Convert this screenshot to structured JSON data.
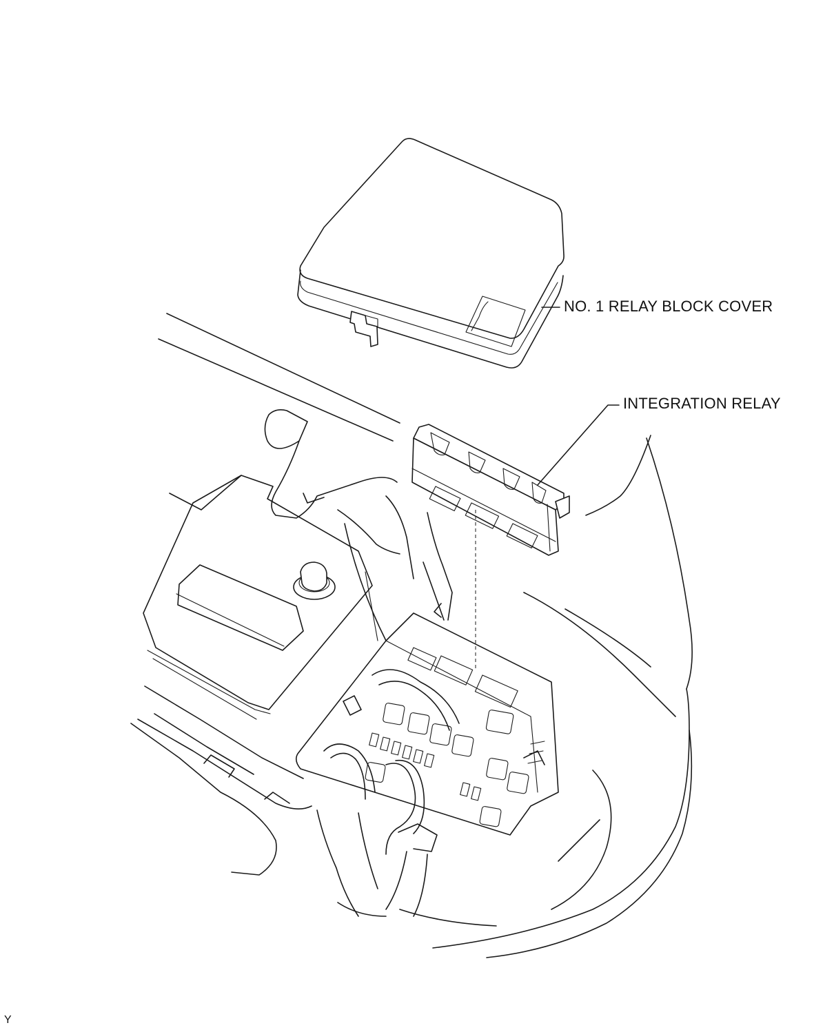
{
  "labels": {
    "cover": "NO. 1 RELAY BLOCK COVER",
    "relay": "INTEGRATION RELAY"
  },
  "figure_code": "Y"
}
